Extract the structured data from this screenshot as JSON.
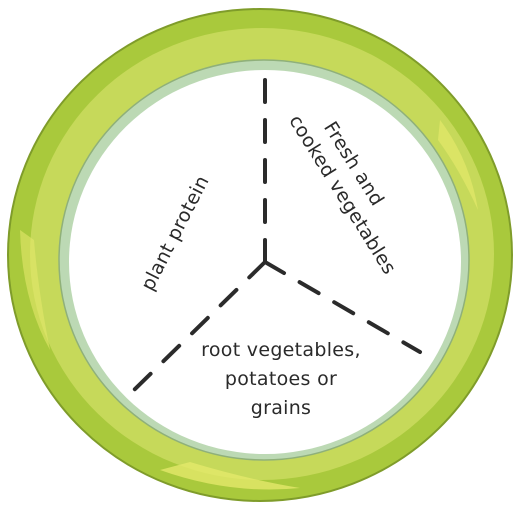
{
  "plate": {
    "colors": {
      "rim_outer": "#a9c93c",
      "rim_inner": "#c6d95a",
      "rim_highlight": "#e4e86a",
      "inner_ring": "#bcd9b4",
      "center": "#ffffff",
      "divider": "#2b2b2b"
    }
  },
  "sections": {
    "plant_protein": "plant protein",
    "fresh_vegetables": {
      "line1": "Fresh and",
      "line2": "cooked vegetables"
    },
    "root_vegetables": {
      "line1": "root vegetables,",
      "line2": "potatoes or",
      "line3": "grains"
    }
  }
}
